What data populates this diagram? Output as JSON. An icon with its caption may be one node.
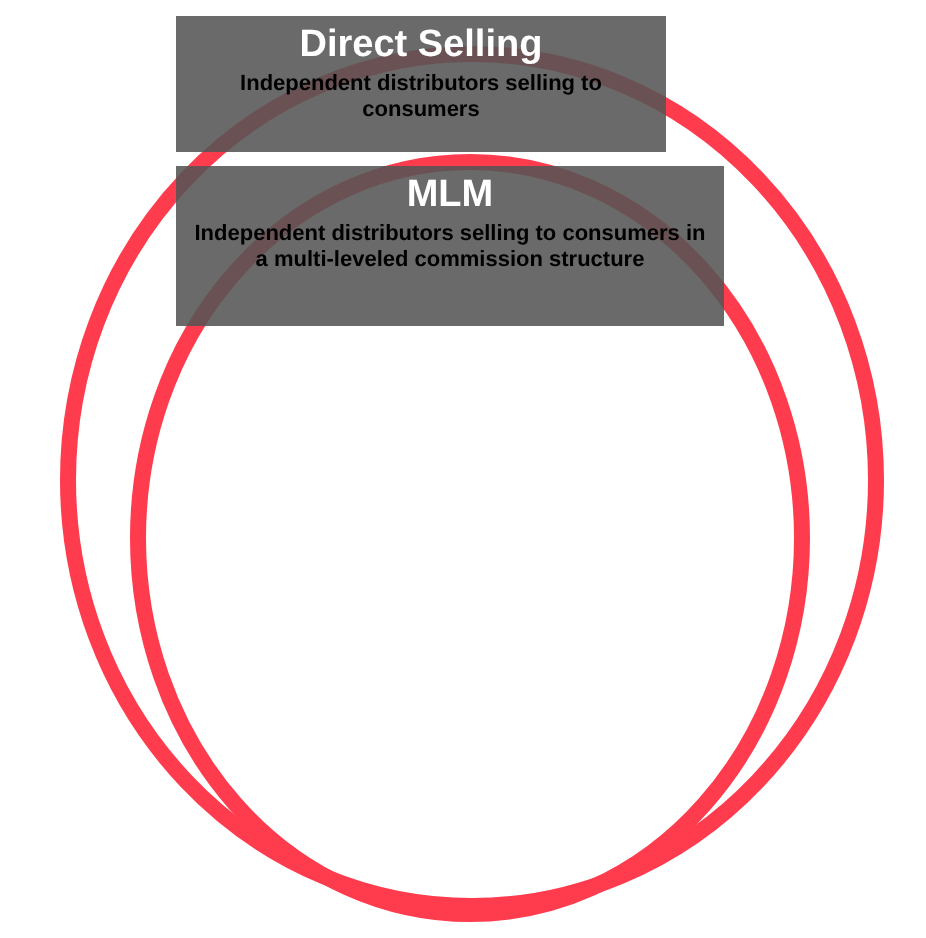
{
  "diagram": {
    "nodes": [
      {
        "text": [
          "Direct Selling",
          "Independent distributors selling to consumers"
        ]
      },
      {
        "text": [
          "MLM",
          "Independent distributors selling to consumers in a multi-leveled commission structure"
        ],
        "in": 0
      }
    ]
  }
}
